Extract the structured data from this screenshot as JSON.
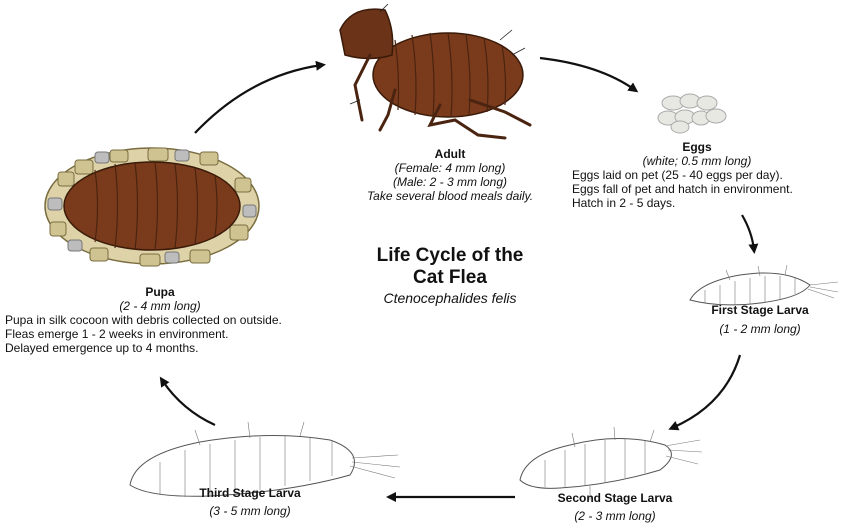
{
  "diagram": {
    "title_line1": "Life Cycle of the",
    "title_line2": "Cat Flea",
    "subtitle": "Ctenocephalides felis",
    "colors": {
      "flea_body": "#7a3b1c",
      "flea_dark": "#4a2410",
      "arrow": "#111111",
      "egg": "#e8e8e2"
    },
    "stages": {
      "adult": {
        "name": "Adult",
        "lines": [
          "(Female: 4 mm long)",
          "(Male: 2 - 3 mm long)",
          "Take several blood meals daily."
        ]
      },
      "eggs": {
        "name": "Eggs",
        "size": "(white; 0.5 mm long)",
        "lines": [
          "Eggs laid on pet (25 - 40 eggs per day).",
          "Eggs fall of pet and hatch in environment.",
          "Hatch in 2 - 5 days."
        ]
      },
      "larva1": {
        "name": "First Stage Larva",
        "size": "(1 - 2 mm long)"
      },
      "larva2": {
        "name": "Second Stage Larva",
        "size": "(2 - 3 mm long)"
      },
      "larva3": {
        "name": "Third Stage Larva",
        "size": "(3 - 5 mm long)"
      },
      "pupa": {
        "name": "Pupa",
        "size": "(2 - 4 mm long)",
        "lines": [
          "Pupa in silk cocoon with debris collected on outside.",
          "Fleas emerge 1 - 2 weeks in environment.",
          "Delayed emergence up to 4 months."
        ]
      }
    }
  }
}
